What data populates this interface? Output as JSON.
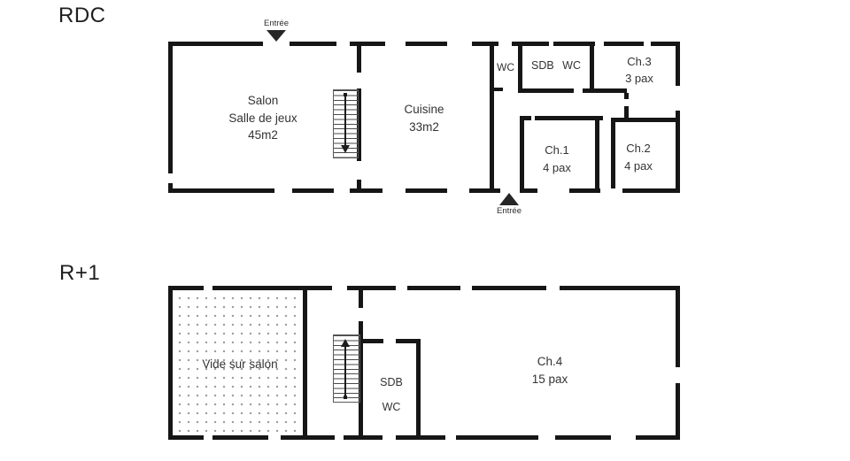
{
  "colors": {
    "wall": "#161616",
    "text": "#333333",
    "dots": "#9b9b9b",
    "stair_outline": "#5a5a5a"
  },
  "floors": [
    {
      "title": "RDC",
      "entrances": [
        {
          "label": "Entrée",
          "position": "top"
        },
        {
          "label": "Entrée",
          "position": "bottom"
        }
      ],
      "rooms": [
        {
          "key": "salon",
          "lines": [
            "Salon",
            "Salle de jeux",
            "45m2"
          ]
        },
        {
          "key": "cuisine",
          "lines": [
            "Cuisine",
            "33m2"
          ]
        },
        {
          "key": "wc",
          "lines": [
            "WC"
          ]
        },
        {
          "key": "sdb-wc",
          "lines": [
            "SDB WC"
          ]
        },
        {
          "key": "ch3",
          "lines": [
            "Ch.3",
            "3 pax"
          ]
        },
        {
          "key": "ch1",
          "lines": [
            "Ch.1",
            "4 pax"
          ]
        },
        {
          "key": "ch2",
          "lines": [
            "Ch.2",
            "4 pax"
          ]
        }
      ],
      "stairs": {
        "direction": "down"
      }
    },
    {
      "title": "R+1",
      "rooms": [
        {
          "key": "vide-sur-salon",
          "lines": [
            "Vide sur salon"
          ]
        },
        {
          "key": "sdb-wc",
          "lines": [
            "SDB",
            "WC"
          ]
        },
        {
          "key": "ch4",
          "lines": [
            "Ch.4",
            "15 pax"
          ]
        }
      ],
      "stairs": {
        "direction": "up"
      }
    }
  ]
}
